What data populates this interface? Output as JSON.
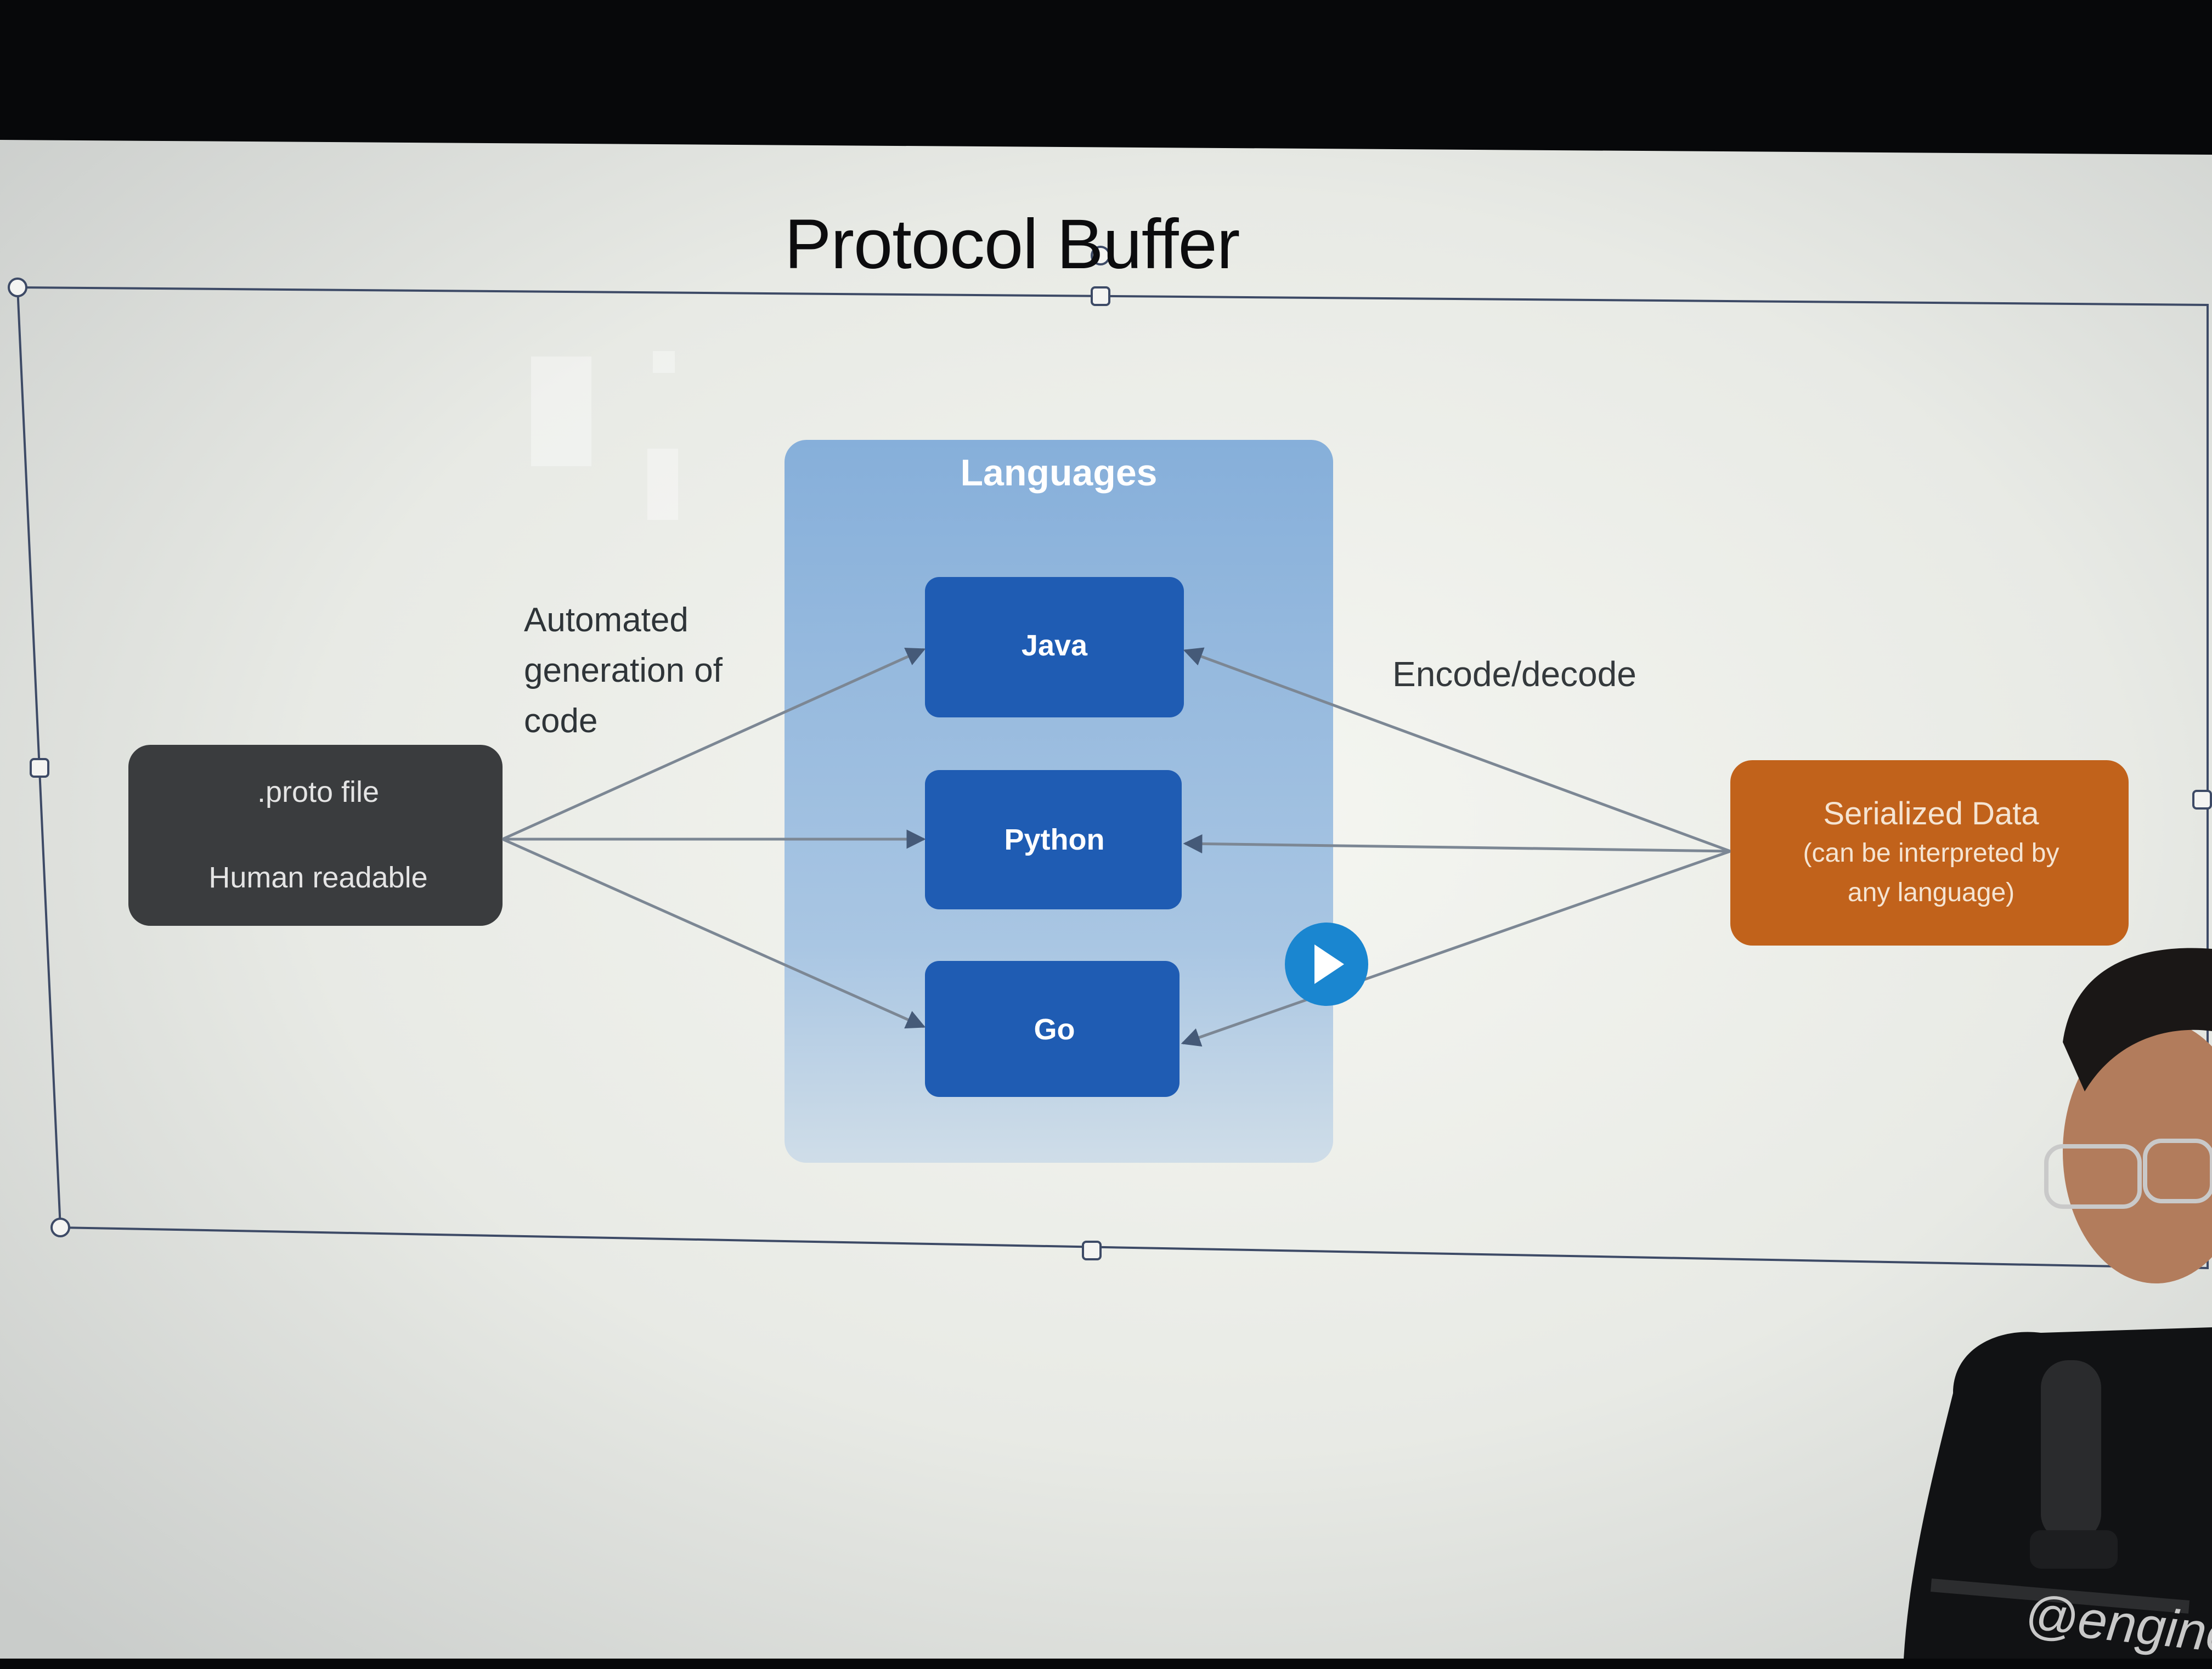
{
  "slide": {
    "title": "Protocol Buffer",
    "proto_box": {
      "line1": ".proto file",
      "line2": "Human readable",
      "color": "#3a3c3e"
    },
    "languages_panel": {
      "title": "Languages",
      "items": [
        "Java",
        "Python",
        "Go"
      ],
      "panel_color": "#8fb6dc",
      "item_color": "#1f5cb3"
    },
    "serialized_box": {
      "line1": "Serialized Data",
      "line2": "(can be interpreted by",
      "line3": "any language)",
      "color": "#c1621b"
    },
    "label_generation": {
      "line1": "Automated",
      "line2": "generation of",
      "line3": "code"
    },
    "label_encode": "Encode/decode"
  },
  "player": {
    "play_icon": "play-icon",
    "accent": "#1a86d0"
  },
  "watermark": "@enginee",
  "webcam": {
    "presenter": "presenter-webcam"
  }
}
